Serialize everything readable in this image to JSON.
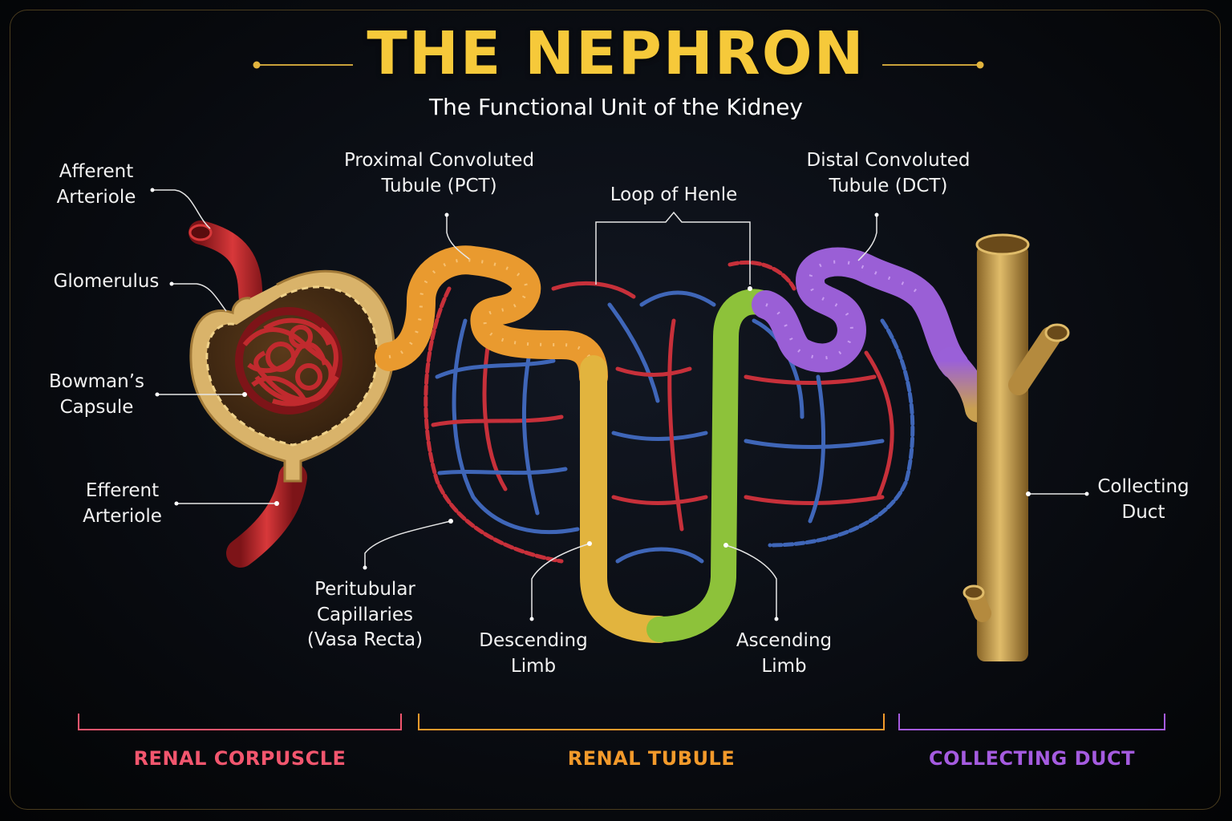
{
  "header": {
    "title": "THE NEPHRON",
    "subtitle": "The Functional Unit of the Kidney"
  },
  "labels": {
    "afferent_arteriole": [
      "Afferent",
      "Arteriole"
    ],
    "glomerulus": "Glomerulus",
    "bowmans_capsule": [
      "Bowman’s",
      "Capsule"
    ],
    "efferent_arteriole": [
      "Efferent",
      "Arteriole"
    ],
    "pct": [
      "Proximal Convoluted",
      "Tubule (PCT)"
    ],
    "loop_of_henle": "Loop of Henle",
    "dct": [
      "Distal Convoluted",
      "Tubule (DCT)"
    ],
    "collecting_duct": [
      "Collecting",
      "Duct"
    ],
    "peritubular_capillaries": [
      "Peritubular",
      "Capillaries",
      "(Vasa Recta)"
    ],
    "descending_limb": [
      "Descending",
      "Limb"
    ],
    "ascending_limb": [
      "Ascending",
      "Limb"
    ]
  },
  "sections": [
    {
      "label": "RENAL CORPUSCLE",
      "color": "#f2566e"
    },
    {
      "label": "RENAL TUBULE",
      "color": "#f39a2b"
    },
    {
      "label": "COLLECTING DUCT",
      "color": "#a55be0"
    }
  ],
  "colors": {
    "title": "#f6c93a",
    "arteriole": "#b8262a",
    "capsule": "#d9b36a",
    "pct": "#e99a2f",
    "descending_limb": "#e2b43e",
    "ascending_limb": "#8dc23a",
    "dct": "#9a5fd6",
    "collecting_duct": "#c9a050",
    "capillary_red": "#c7303a",
    "capillary_blue": "#3f66b8"
  }
}
